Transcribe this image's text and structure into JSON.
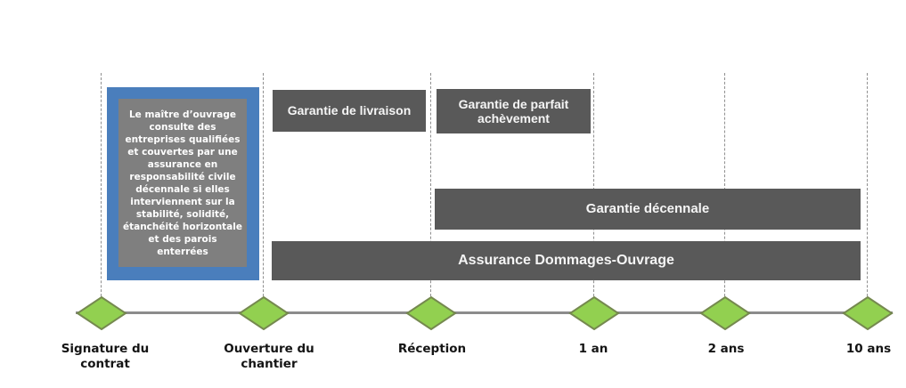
{
  "note": {
    "text": "Le maître d’ouvrage consulte des entreprises qualifiées et couvertes par une assurance en responsabilité civile décennale si elles interviennent sur la stabilité, solidité, étanchéité horizontale et des parois enterrées"
  },
  "bars": [
    {
      "id": "garantie-livraison",
      "label": "Garantie de livraison",
      "from": "Ouverture du chantier",
      "to": "Réception"
    },
    {
      "id": "garantie-parfait-achevement",
      "label": "Garantie de parfait achèvement",
      "from": "Réception",
      "to": "1 an"
    },
    {
      "id": "garantie-decennale",
      "label": "Garantie décennale",
      "from": "Réception",
      "to": "10 ans"
    },
    {
      "id": "assurance-dommages-ouvrage",
      "label": "Assurance Dommages-Ouvrage",
      "from": "Ouverture du chantier",
      "to": "10 ans"
    }
  ],
  "milestones": [
    {
      "label": "Signature du contrat"
    },
    {
      "label": "Ouverture du chantier"
    },
    {
      "label": "Réception"
    },
    {
      "label": "1 an"
    },
    {
      "label": "2 ans"
    },
    {
      "label": "10 ans"
    }
  ],
  "colors": {
    "bar_fill": "#595959",
    "bar_text": "#f5f5f5",
    "note_outer": "#4a7ebc",
    "note_inner": "#7f7f7f",
    "diamond_fill": "#92d050",
    "diamond_stroke": "#75894f",
    "axis": "#8c8c8c",
    "guideline": "#8f8f8f"
  }
}
